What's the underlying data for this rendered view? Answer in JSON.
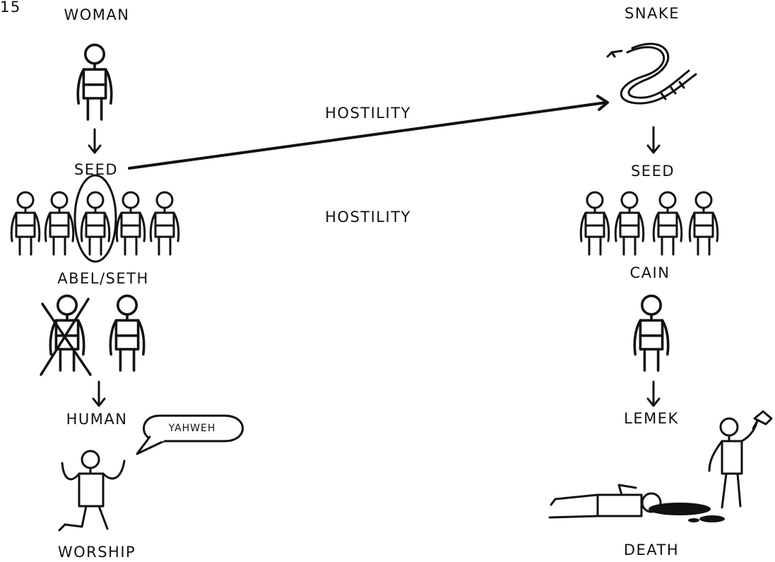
{
  "labels": {
    "corner": "15",
    "woman": "WOMAN",
    "snake": "SNAKE",
    "hostility_top": "HOSTILITY",
    "hostility_mid": "HOSTILITY",
    "seed_left": "SEED",
    "seed_right": "SEED",
    "abel_seth": "ABEL/SETH",
    "cain": "CAIN",
    "human": "HUMAN",
    "lemek": "LEMEK",
    "worship": "WORSHIP",
    "death": "DEATH",
    "speech": "YAHWEH"
  },
  "colors": {
    "ink": "#111111",
    "background": "#ffffff"
  }
}
